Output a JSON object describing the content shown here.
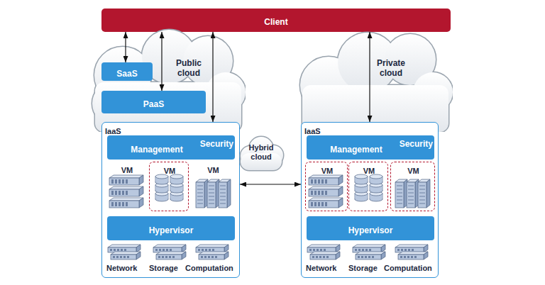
{
  "diagram": {
    "nodes": [
      {
        "text": [
          "Client"
        ]
      },
      {
        "text": [
          "Public cloud"
        ]
      },
      {
        "text": [
          "SaaS"
        ],
        "in": 1
      },
      {
        "text": [
          "PaaS"
        ],
        "in": 1
      },
      {
        "text": [
          "IaaS"
        ]
      },
      {
        "text": [
          "Management",
          "Security"
        ],
        "in": 4
      },
      {
        "text": [
          "VM"
        ],
        "in": 4
      },
      {
        "text": [
          "VM"
        ],
        "in": 4
      },
      {
        "text": [
          "VM"
        ],
        "in": 4
      },
      {
        "text": [
          "Hypervisor"
        ],
        "in": 4
      },
      {
        "text": [
          "Hybrid cloud"
        ]
      },
      {
        "text": [
          "Private cloud"
        ]
      },
      {
        "text": [
          "IaaS"
        ]
      },
      {
        "text": [
          "Management",
          "Security"
        ],
        "in": 12
      },
      {
        "text": [
          "VM"
        ],
        "in": 12
      },
      {
        "text": [
          "VM"
        ],
        "in": 12
      },
      {
        "text": [
          "VM"
        ],
        "in": 12
      },
      {
        "text": [
          "Hypervisor"
        ],
        "in": 12
      }
    ],
    "edges": [
      {
        "from": 0,
        "to": 2,
        "arrow": "both"
      },
      {
        "from": 0,
        "to": 3,
        "arrow": "both"
      },
      {
        "from": 0,
        "to": 4,
        "arrow": "both"
      },
      {
        "from": 0,
        "to": 12,
        "arrow": "both"
      },
      {
        "from": 4,
        "to": 12,
        "arrow": "both"
      }
    ],
    "labels": [
      "Network",
      "Storage",
      "Computation",
      "Network",
      "Storage",
      "Computation"
    ]
  }
}
